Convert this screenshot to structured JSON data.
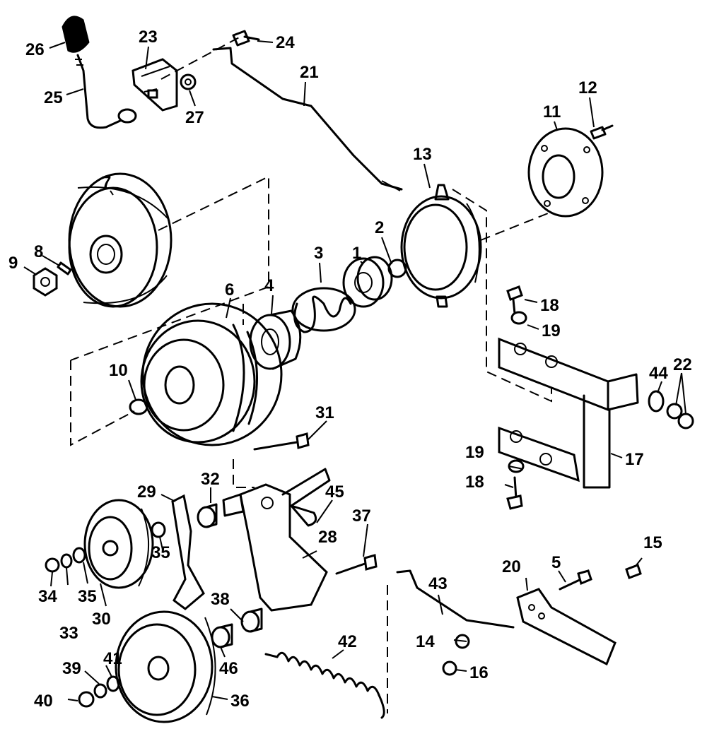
{
  "callouts": {
    "c1": "1",
    "c2": "2",
    "c3": "3",
    "c4": "4",
    "c5": "5",
    "c6": "6",
    "c7": "7",
    "c8": "8",
    "c9": "9",
    "c10": "10",
    "c11": "11",
    "c12": "12",
    "c13": "13",
    "c14": "14",
    "c15": "15",
    "c16": "16",
    "c17": "17",
    "c18a": "18",
    "c18b": "18",
    "c19a": "19",
    "c19b": "19",
    "c20": "20",
    "c21": "21",
    "c22": "22",
    "c23": "23",
    "c24": "24",
    "c25": "25",
    "c26": "26",
    "c27": "27",
    "c28": "28",
    "c29": "29",
    "c30": "30",
    "c31": "31",
    "c32": "32",
    "c33": "33",
    "c34": "34",
    "c35a": "35",
    "c35b": "35",
    "c36": "36",
    "c37": "37",
    "c38": "38",
    "c39": "39",
    "c40": "40",
    "c41": "41",
    "c42": "42",
    "c43": "43",
    "c44": "44",
    "c45": "45",
    "c46": "46"
  },
  "colors": {
    "ink": "#000000",
    "paper": "#ffffff"
  }
}
